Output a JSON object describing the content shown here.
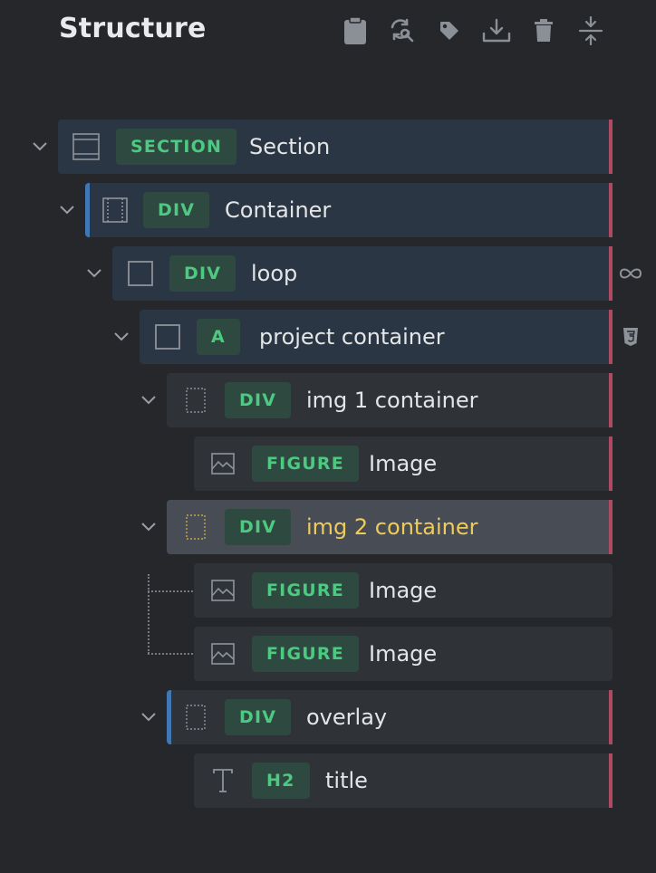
{
  "panel": {
    "title": "Structure"
  },
  "toolbar": {
    "copy": "clipboard-icon",
    "replace": "find-replace-icon",
    "tag": "tag-icon",
    "download": "download-icon",
    "delete": "trash-icon",
    "collapse": "collapse-icon"
  },
  "tree": [
    {
      "tag": "SECTION",
      "label": "Section",
      "icon": "section-icon"
    },
    {
      "tag": "DIV",
      "label": "Container",
      "icon": "container-icon"
    },
    {
      "tag": "DIV",
      "label": "loop",
      "icon": "block-icon"
    },
    {
      "tag": "A",
      "label": "project container",
      "icon": "block-icon"
    },
    {
      "tag": "DIV",
      "label": "img 1 container",
      "icon": "div-icon"
    },
    {
      "tag": "FIGURE",
      "label": "Image",
      "icon": "image-icon"
    },
    {
      "tag": "DIV",
      "label": "img 2 container",
      "icon": "div-icon",
      "selected": true
    },
    {
      "tag": "FIGURE",
      "label": "Image",
      "icon": "image-icon"
    },
    {
      "tag": "FIGURE",
      "label": "Image",
      "icon": "image-icon"
    },
    {
      "tag": "DIV",
      "label": "overlay",
      "icon": "div-icon"
    },
    {
      "tag": "H2",
      "label": "title",
      "icon": "text-icon"
    }
  ],
  "side_indicators": {
    "loop": "infinity-icon",
    "css": "css3-icon"
  },
  "colors": {
    "background": "#25272b",
    "row": "#2f3237",
    "row_blue": "#2a3644",
    "row_selected": "#474c55",
    "tag_bg": "#2e4a40",
    "tag_text": "#4ec981",
    "selected_text": "#efcb5a",
    "right_marker": "#b04a62",
    "left_accent": "#3f78b5"
  }
}
